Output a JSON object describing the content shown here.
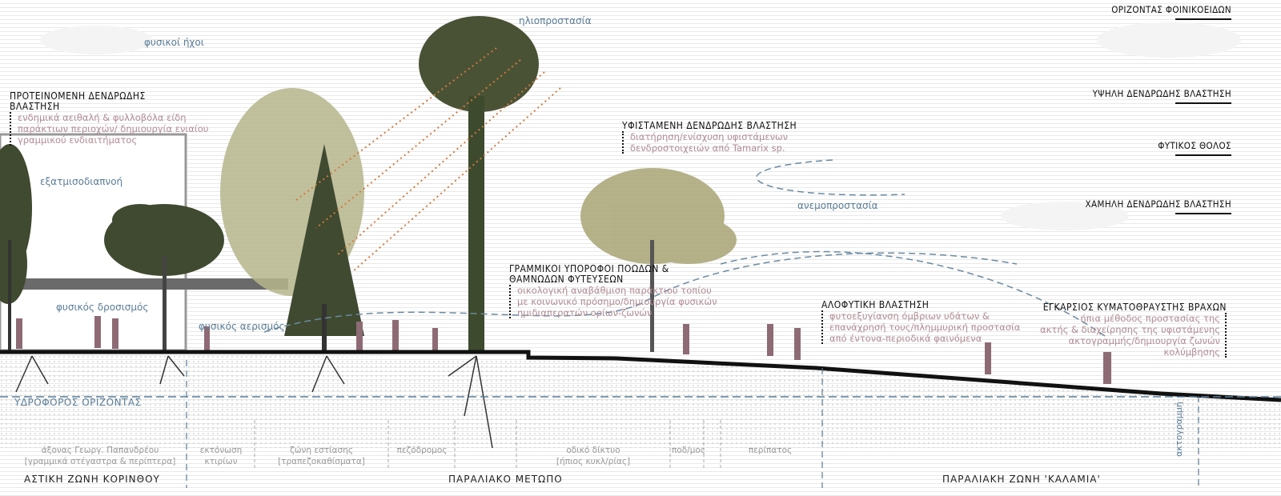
{
  "horizons": [
    "ΟΡΙΖΟΝΤΑΣ ΦΟΙΝΙΚΟΕΙΔΩΝ",
    "ΥΨΗΛΗ ΔΕΝΔΡΩΔΗΣ ΒΛΑΣΤΗΣΗ",
    "ΦΥΤΙΚΟΣ ΘΟΛΟΣ",
    "ΧΑΜΗΛΗ ΔΕΝΔΡΩΔΗΣ ΒΛΑΣΤΗΣΗ"
  ],
  "annotations": [
    {
      "title": "ΠΡΟΤΕΙΝΟΜΕΝΗ ΔΕΝΔΡΩΔΗΣ ΒΛΑΣΤΗΣΗ",
      "lines": [
        "ενδημικά αειθαλή & φυλλοβόλα είδη",
        "παράκτιων περιοχών/ δημιουργία ενιαίου",
        "γραμμικού ενδιαιτήματος"
      ]
    },
    {
      "title": "ΥΦΙΣΤΑΜΕΝΗ ΔΕΝΔΡΩΔΗΣ ΒΛΑΣΤΗΣΗ",
      "lines": [
        "διατήρηση/ενίσχυση υφιστάμενων",
        "δενδροστοιχειών από Tamarix sp."
      ]
    },
    {
      "title": "ΓΡΑΜΜΙΚΟΙ ΥΠΟΡΟΦΟΙ ΠΟΩΔΩΝ & ΘΑΜΝΩΔΩΝ ΦΥΤΕΥΣΕΩΝ",
      "lines": [
        "οικολογική αναβάθμιση παράκτιου τοπίου",
        "με κοινωνικό πρόσημο/δημιουργία φυσικών",
        "ημιδιαπερατών ορίων-ζωνών"
      ]
    },
    {
      "title": "ΑΛΟΦΥΤΙΚΗ ΒΛΑΣΤΗΣΗ",
      "lines": [
        "φυτοεξυγίανση όμβριων υδάτων &",
        "επανάχρησή τους/πλημμυρική προστασία",
        "από έντονα-περιοδικά φαινόμενα"
      ]
    },
    {
      "title": "ΕΓΚΑΡΣΙΟΣ ΚΥΜΑΤΟΘΡΑΥΣΤΗΣ ΒΡΑΧΩΝ",
      "lines": [
        "ήπια μέθοδος προστασίας της",
        "ακτής & διαχείρησης της υφιστάμενης",
        "ακτογραμμής/δημιουργία ζωνών",
        "κολύμβησης"
      ]
    }
  ],
  "climate_labels": {
    "sounds": "φυσικοί ήχοι",
    "sun": "ηλιοπροστασία",
    "evapo": "εξατμισοδιαπνοή",
    "wind": "ανεμοπροστασία",
    "cooling": "φυσικός δροσισμός",
    "ventilation": "φυσικός αερισμός",
    "aquifer": "ΥΔΡΟΦΟΡΟΣ ΟΡΙΖΟΝΤΑΣ",
    "coastline": "ακτογραμμή"
  },
  "subzones": [
    {
      "lines": [
        "άξονας Γεωργ. Παπανδρέου",
        "[γραμμικά στέγαστρα & περίπτερα]"
      ]
    },
    {
      "lines": [
        "εκτόνωση",
        "κτιρίων"
      ]
    },
    {
      "lines": [
        "ζώνη εστίασης",
        "[τραπεζοκαθίσματα]"
      ]
    },
    {
      "lines": [
        "πεζόδρομος"
      ]
    },
    {
      "lines": [
        "οδικό δίκτυο",
        "[ήπιος κυκλ/ρίας]"
      ]
    },
    {
      "lines": [
        "ποδ/μος"
      ]
    },
    {
      "lines": [
        "περίπατος"
      ]
    }
  ],
  "zones": [
    "ΑΣΤΙΚΗ ΖΩΝΗ ΚΟΡΙΝΘΟΥ",
    "ΠΑΡΑΛΙΑΚΟ ΜΕΤΩΠΟ",
    "ΠΑΡΑΛΙΑΚΗ ΖΩΝΗ 'ΚΑΛΑΜΙΑ'"
  ],
  "colors": {
    "tree_dark": "#3f4a30",
    "tree_olive": "#8c8a5c",
    "figure": "#8e6b74",
    "annot_desc": "#b08c94",
    "blue": "#5a7d97",
    "sun_ray": "#d07a3c"
  }
}
